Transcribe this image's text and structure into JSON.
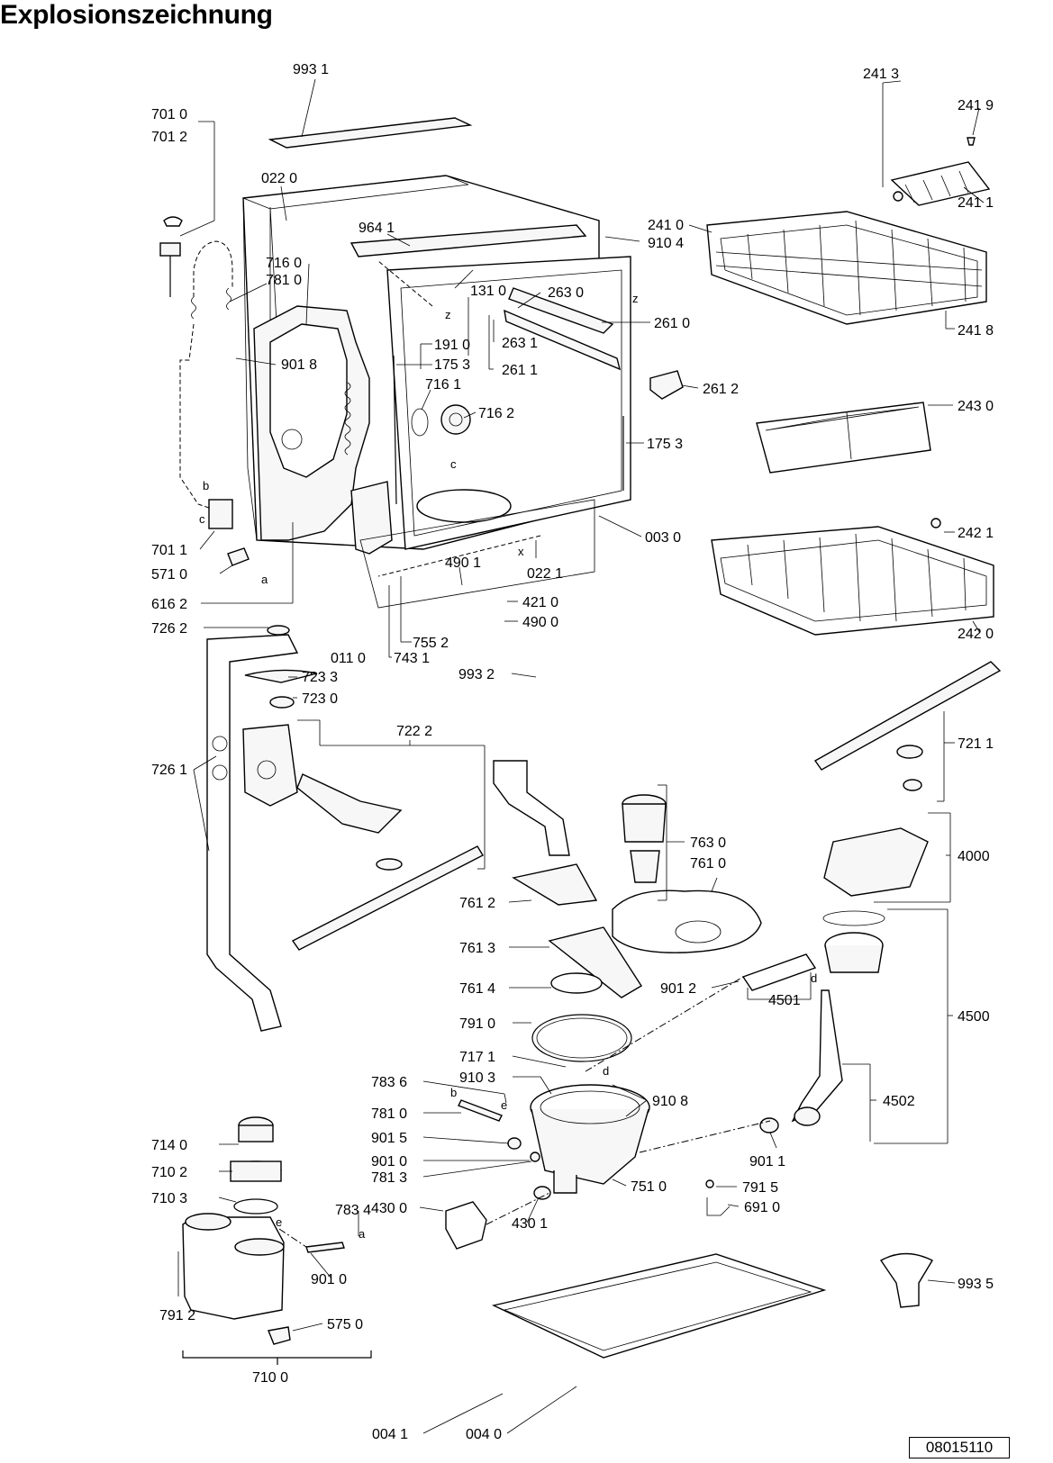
{
  "title": "Explosionszeichnung",
  "document_number": "08015110",
  "part_labels": [
    "993 1",
    "701 0",
    "701 2",
    "022 0",
    "964 1",
    "716 0",
    "781 0",
    "131 0",
    "263 0",
    "241 3",
    "241 9",
    "241 0",
    "910 4",
    "241 1",
    "241 8",
    "261 0",
    "191 0",
    "175 3",
    "263 1",
    "261 1",
    "901 8",
    "716 1",
    "716 2",
    "261 2",
    "243 0",
    "175 3",
    "242 1",
    "003 0",
    "022 1",
    "490 1",
    "421 0",
    "490 0",
    "701 1",
    "571 0",
    "616 2",
    "726 2",
    "755 2",
    "743 1",
    "011 0",
    "723 3",
    "723 0",
    "993 2",
    "242 0",
    "722 2",
    "721 1",
    "726 1",
    "763 0",
    "761 0",
    "4000",
    "761 2",
    "761 3",
    "761 4",
    "901 2",
    "4501",
    "4500",
    "791 0",
    "717 1",
    "910 3",
    "783 6",
    "910 8",
    "781 0",
    "901 5",
    "901 0",
    "781 3",
    "4502",
    "901 1",
    "714 0",
    "710 2",
    "710 3",
    "783 4",
    "430 0",
    "430 1",
    "751 0",
    "791 5",
    "691 0",
    "901 0",
    "791 2",
    "575 0",
    "993 5",
    "710 0",
    "004 1",
    "004 0"
  ],
  "reference_letters": [
    "z",
    "z",
    "c",
    "b",
    "c",
    "a",
    "x",
    "b",
    "e",
    "e",
    "a",
    "d",
    "d"
  ]
}
